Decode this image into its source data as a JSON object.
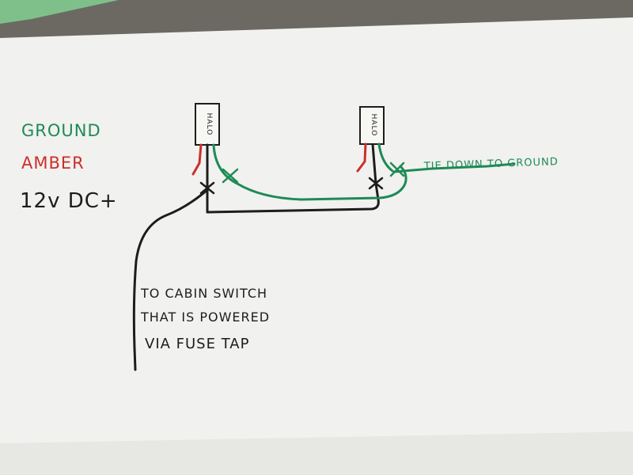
{
  "legend": {
    "ground_label": "GROUND",
    "amber_label": "AMBER",
    "dc_label": "12v DC+",
    "colors": {
      "ground": "#1e8a55",
      "amber": "#cc2f2b",
      "dc": "#1d1d1d"
    }
  },
  "lights": [
    {
      "label": "HALO"
    },
    {
      "label": "HALO"
    }
  ],
  "annotations": {
    "tie_down": "TIE DOWN TO GROUND",
    "feed_line1": "TO CABIN SWITCH",
    "feed_line2": "THAT IS POWERED",
    "feed_line3": "VIA FUSE TAP"
  }
}
